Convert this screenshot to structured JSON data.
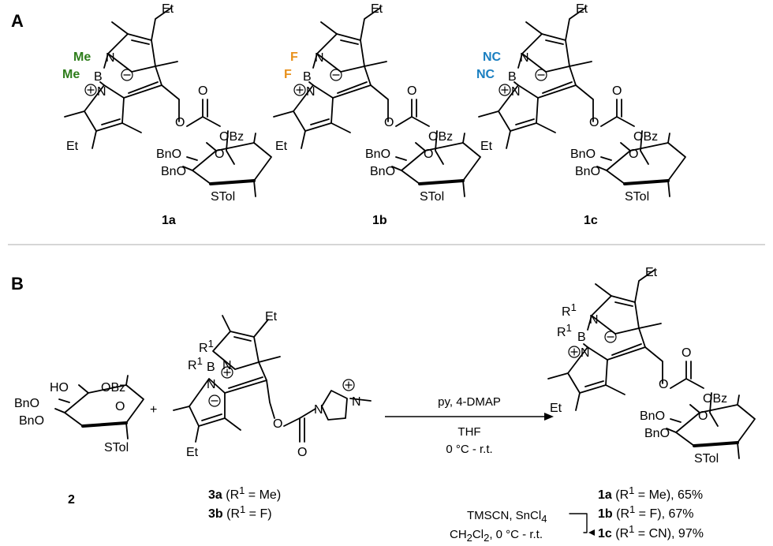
{
  "panels": {
    "a": "A",
    "b": "B"
  },
  "colors": {
    "me": "#2e7d1b",
    "f": "#e8911c",
    "cn": "#1a7fc1"
  },
  "labels": {
    "et": "Et",
    "bz": "OBz",
    "bno": "BnO",
    "stol": "STol",
    "ho": "HO",
    "b": "B",
    "n": "N",
    "o": "O",
    "r1": "R",
    "sup1": "1",
    "me": "Me",
    "f": "F",
    "cn": "NC"
  },
  "compounds": {
    "c1a": "1a",
    "c1b": "1b",
    "c1c": "1c",
    "c2": "2",
    "plus": "+"
  },
  "reaction": {
    "cond_top": "py, 4-DMAP",
    "cond_mid": "THF",
    "cond_bot": "0 °C - r.t.",
    "tms": "TMSCN, SnCl",
    "tms_sub": "4",
    "dcm_a": "CH",
    "dcm_sub1": "2",
    "dcm_b": "Cl",
    "dcm_sub2": "2",
    "dcm_c": ", 0 °C - r.t."
  },
  "reagents": {
    "r3a_num": "3a",
    "r3a_rest": " (R",
    "r3a_tail": " = Me)",
    "r3b_num": "3b",
    "r3b_rest": " (R",
    "r3b_tail": " = F)"
  },
  "products": {
    "p1a_num": "1a",
    "p1a_rest": " (R",
    "p1a_tail": " = Me), 65%",
    "p1b_num": "1b",
    "p1b_rest": " (R",
    "p1b_tail": " = F), 67%",
    "p1c_num": "1c",
    "p1c_rest": " (R",
    "p1c_tail": " = CN), 97%"
  }
}
